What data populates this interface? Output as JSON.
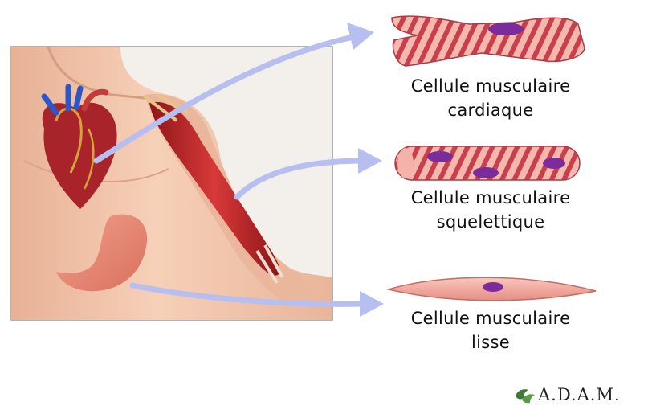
{
  "labels": {
    "cardiac": {
      "line1": "Cellule musculaire",
      "line2": "cardiaque"
    },
    "skeletal": {
      "line1": "Cellule musculaire",
      "line2": "squelettique"
    },
    "smooth": {
      "line1": "Cellule musculaire",
      "line2": "lisse"
    }
  },
  "logo": {
    "text": "A.D.A.M."
  },
  "colors": {
    "background": "#ffffff",
    "skin": "#f2c2a7",
    "skin_shadow": "#d9987a",
    "arrow": "#b7bef0",
    "cell_stripe": "#c9424e",
    "cell_base": "#f3b3aa",
    "nucleus": "#7a2c9a",
    "muscle": "#c0282b",
    "heart": "#a8232a",
    "vessel_blue": "#2c57c9",
    "stomach": "#e88978"
  }
}
